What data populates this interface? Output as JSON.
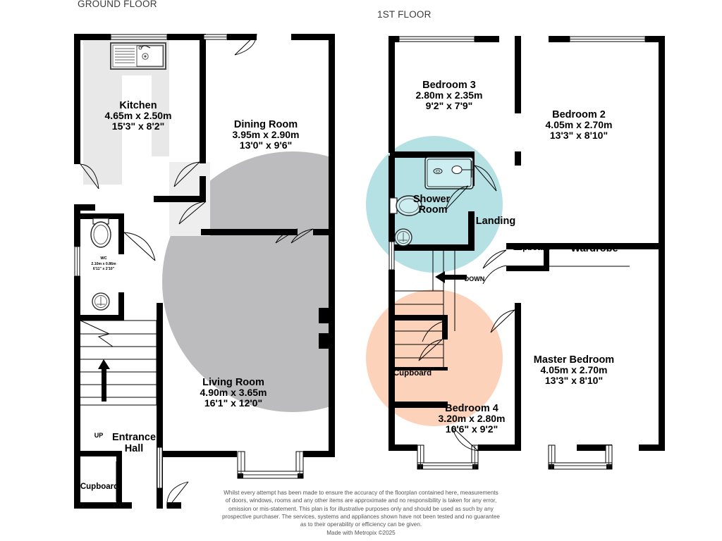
{
  "page": {
    "ground_floor_title": "GROUND FLOOR",
    "first_floor_title": "1ST FLOOR"
  },
  "colors": {
    "wall": "#000000",
    "highlight_gray": "#bcbcbf",
    "highlight_teal": "#b5e0e4",
    "highlight_peach": "#fcd3ba",
    "kitchen_unit_fill": "#e6e6e6",
    "background": "#ffffff"
  },
  "ground_floor": {
    "rooms": [
      {
        "key": "kitchen",
        "name": "Kitchen",
        "dim_metric": "4.65m  x 2.50m",
        "dim_imperial": "15'3\"  x 8'2\""
      },
      {
        "key": "dining_room",
        "name": "Dining Room",
        "dim_metric": "3.95m  x 2.90m",
        "dim_imperial": "13'0\"  x 9'6\""
      },
      {
        "key": "living_room",
        "name": "Living Room",
        "dim_metric": "4.90m  x 3.65m",
        "dim_imperial": "16'1\"  x 12'0\""
      },
      {
        "key": "wc",
        "name": "WC",
        "dim_metric": "2.10m  x 0.86m",
        "dim_imperial": "6'11\"  x 2'10\""
      }
    ],
    "labels": {
      "entrance_hall_line1": "Entrance",
      "entrance_hall_line2": "Hall",
      "cupboard": "Cupboard",
      "up": "UP"
    }
  },
  "first_floor": {
    "rooms": [
      {
        "key": "bedroom_3",
        "name": "Bedroom 3",
        "dim_metric": "2.80m  x 2.35m",
        "dim_imperial": "9'2\"  x 7'9\""
      },
      {
        "key": "bedroom_2",
        "name": "Bedroom 2",
        "dim_metric": "4.05m  x 2.70m",
        "dim_imperial": "13'3\"  x 8'10\""
      },
      {
        "key": "master_bedroom",
        "name": "Master Bedroom",
        "dim_metric": "4.05m  x 2.70m",
        "dim_imperial": "13'3\"  x 8'10\""
      },
      {
        "key": "bedroom_4",
        "name": "Bedroom 4",
        "dim_metric": "3.20m  x 2.80m",
        "dim_imperial": "10'6\"  x 9'2\""
      }
    ],
    "labels": {
      "shower_room_line1": "Shower",
      "shower_room_line2": "Room",
      "landing": "Landing",
      "cupboard_landing": "Cupboard",
      "wardrobe": "Wardrobe",
      "cupboard_bedroom4": "Cupboard",
      "down": "DOWN"
    }
  },
  "disclaimer": {
    "line1": "Whilst every attempt has been made to ensure the accuracy of the floorplan contained here, measurements",
    "line2": "of doors, windows, rooms and any other items are approximate and no responsibility is taken for any error,",
    "line3": "omission or mis-statement. This plan is for illustrative purposes only and should be used as such by any",
    "line4": "prospective purchaser. The services, systems and appliances shown have not been tested and no guarantee",
    "line5": "as to their operability or efficiency can be given.",
    "line6": "Made with Metropix ©2025"
  }
}
